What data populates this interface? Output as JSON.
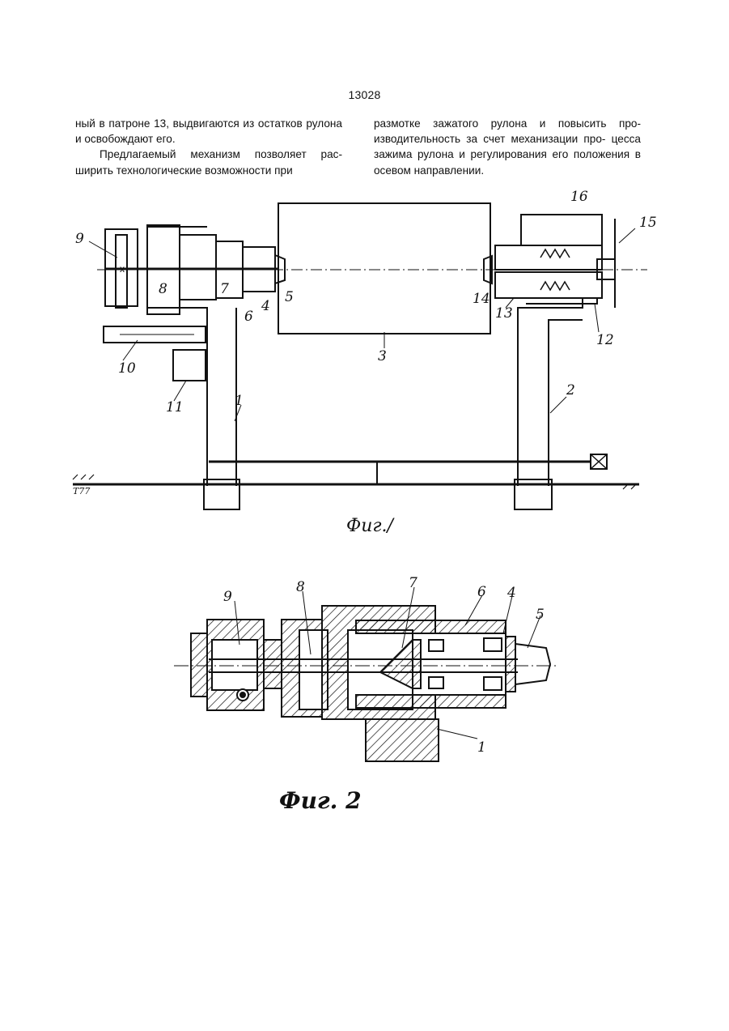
{
  "page_number": "13028",
  "left_column": [
    "ный в патроне 13, выдвигаются из остатков рулона и освобождают его.",
    "Предлагаемый механизм позволяет рас- ширить технологические возможности при"
  ],
  "right_column": [
    "размотке зажатого рулона и повысить про- изводительность за счет механизации про- цесса зажима рулона и регулирования его положения в осевом направлении."
  ],
  "figure1": {
    "caption": "Фиг./",
    "labels": [
      "9",
      "8",
      "7",
      "6",
      "4",
      "5",
      "10",
      "11",
      "1",
      "3",
      "14",
      "13",
      "16",
      "15",
      "12",
      "2"
    ],
    "floor_mark": "T77"
  },
  "figure2": {
    "caption": "Фиг. 2",
    "labels": [
      "9",
      "8",
      "7",
      "6",
      "4",
      "5",
      "1"
    ]
  }
}
